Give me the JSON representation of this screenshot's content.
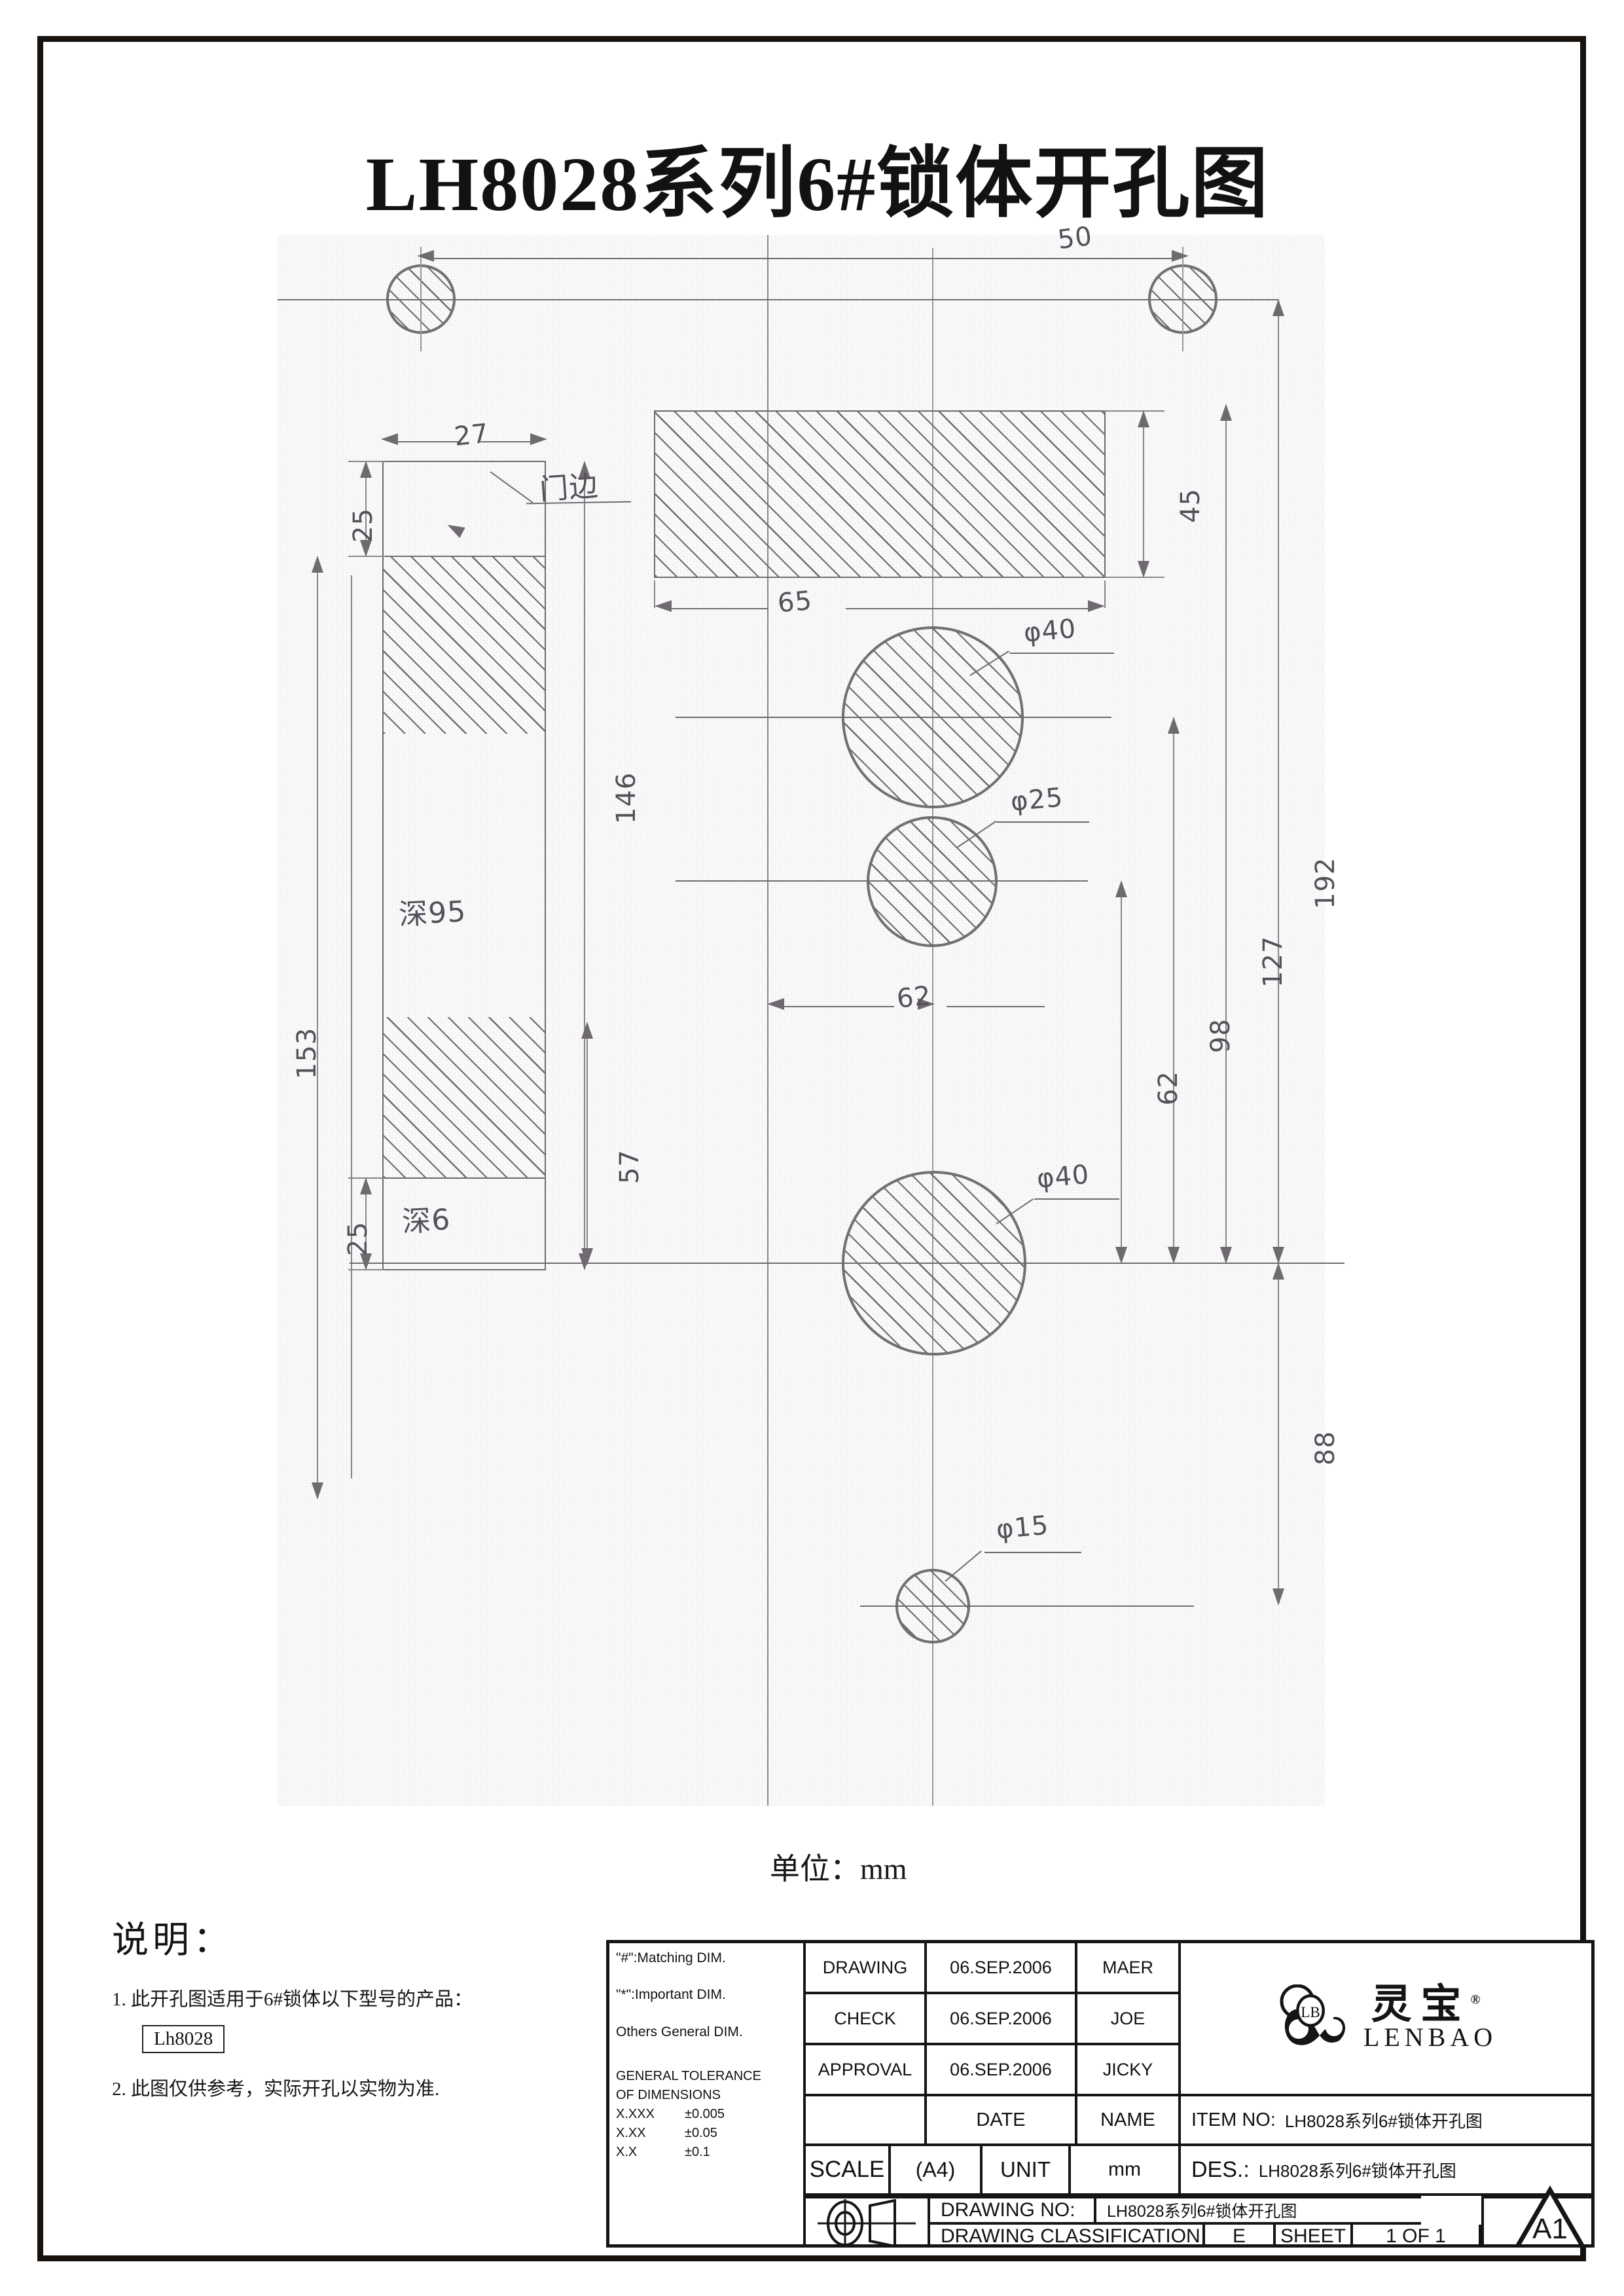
{
  "title": "LH8028系列6#锁体开孔图",
  "unit_note": "单位：mm",
  "drawing": {
    "door_edge_label": "门边",
    "depth_95": "深95",
    "depth_6": "深6",
    "dims": {
      "top_holes_spacing": "50",
      "pocket_height": "45",
      "pocket_width": "65",
      "slot_width": "27",
      "slot_top_offset": "25",
      "slot_len_146": "146",
      "slot_len_153": "153",
      "slot_bottom_57": "57",
      "slot_bottom_25": "25",
      "center_offset_62": "62",
      "d40_upper": "φ40",
      "d25": "φ25",
      "d40_lower": "φ40",
      "d15": "φ15",
      "v_192": "192",
      "v_127": "127",
      "v_98": "98",
      "v_62": "62",
      "v_88": "88"
    }
  },
  "notes": {
    "heading": "说明：",
    "item1": "1. 此开孔图适用于6#锁体以下型号的产品：",
    "model": "Lh8028",
    "item2": "2. 此图仅供参考，实际开孔以实物为准."
  },
  "title_block": {
    "tolerance": {
      "matching": "\"#\":Matching  DIM.",
      "important": "\"*\":Important  DIM.",
      "others": "Others General  DIM.",
      "general_line1": "GENERAL TOLERANCE",
      "general_line2": "OF DIMENSIONS",
      "rows": [
        {
          "place": "X.XXX",
          "tol": "±0.005"
        },
        {
          "place": "X.XX",
          "tol": "±0.05"
        },
        {
          "place": "X.X",
          "tol": "±0.1"
        }
      ]
    },
    "approval_rows": [
      {
        "role": "DRAWING",
        "date": "06.SEP.2006",
        "name": "MAER"
      },
      {
        "role": "CHECK",
        "date": "06.SEP.2006",
        "name": "JOE"
      },
      {
        "role": "APPROVAL",
        "date": "06.SEP.2006",
        "name": "JICKY"
      }
    ],
    "header_blank": "",
    "header_date": "DATE",
    "header_name": "NAME",
    "scale_label": "SCALE",
    "scale_value": "(A4)",
    "unit_label": "UNIT",
    "unit_value": "mm",
    "item_no_label": "ITEM NO:",
    "item_no_value": "LH8028系列6#锁体开孔图",
    "des_label": "DES.:",
    "des_value": "LH8028系列6#锁体开孔图",
    "drawing_no_label": "DRAWING NO:",
    "drawing_no_value": "LH8028系列6#锁体开孔图",
    "classification_label": "DRAWING CLASSIFICATION",
    "classification_value": "E",
    "sheet_label": "SHEET",
    "sheet_value": "1 OF 1",
    "sheet_size": "A1",
    "logo": {
      "mark_text": "LB",
      "cn": "灵宝",
      "en": "LENBAO",
      "registered": "®"
    }
  }
}
